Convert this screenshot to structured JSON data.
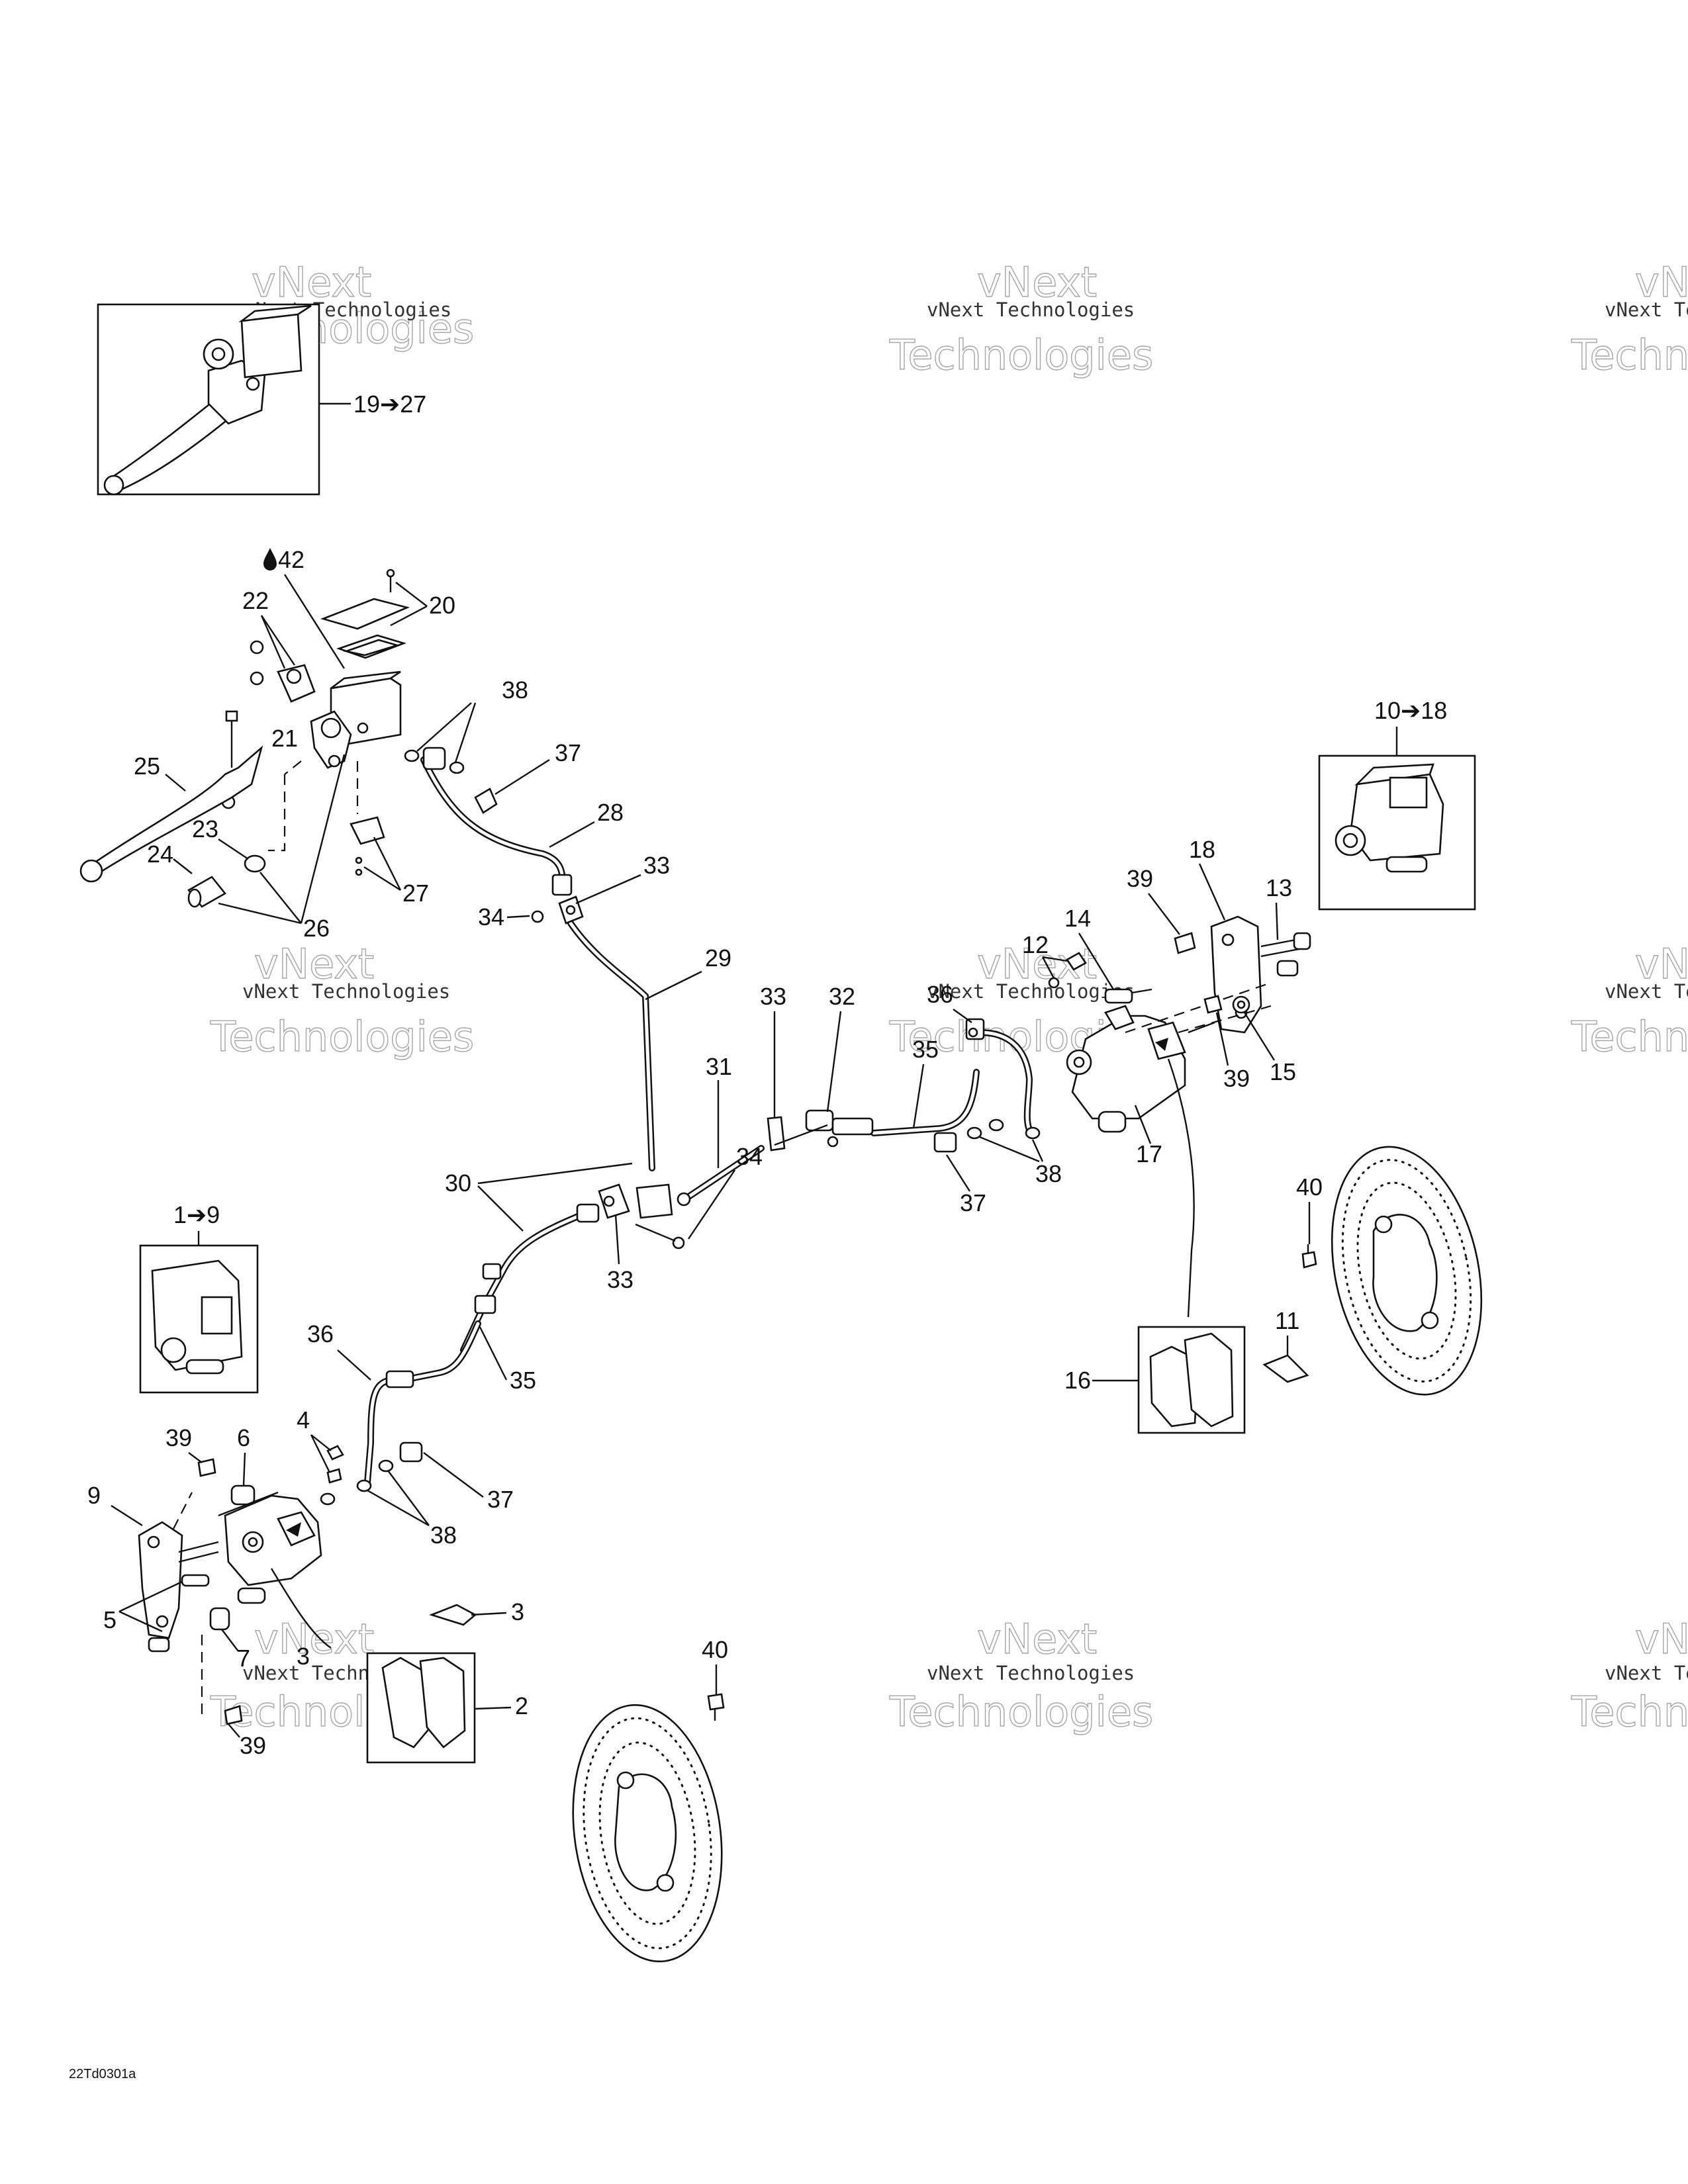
{
  "watermark": {
    "line1": "vNext Technologies",
    "line2": "vNext",
    "line3": "Technologies"
  },
  "drawing_code": "22Td0301a",
  "callouts": {
    "c19_27": "19➔27",
    "c10_18": "10➔18",
    "c1_9": "1➔9",
    "c42": "42",
    "c20": "20",
    "c22": "22",
    "c21": "21",
    "c38a": "38",
    "c37a": "37",
    "c25": "25",
    "c28": "28",
    "c23": "23",
    "c24": "24",
    "c26": "26",
    "c27": "27",
    "c33a": "33",
    "c34a": "34",
    "c29": "29",
    "c33b": "33",
    "c32": "32",
    "c36a": "36",
    "c35a": "35",
    "c31": "31",
    "c34b": "34",
    "c38b": "38",
    "c37b": "37",
    "c30": "30",
    "c33c": "33",
    "c18": "18",
    "c39a": "39",
    "c13": "13",
    "c14": "14",
    "c12": "12",
    "c39b": "39",
    "c15": "15",
    "c17": "17",
    "c40a": "40",
    "c11": "11",
    "c16": "16",
    "c36b": "36",
    "c35b": "35",
    "c39c": "39",
    "c6": "6",
    "c4": "4",
    "c37c": "37",
    "c9": "9",
    "c38c": "38",
    "c5": "5",
    "c3a": "3",
    "c3b": "3",
    "c7": "7",
    "c2": "2",
    "c39d": "39",
    "c40b": "40"
  },
  "icons": {
    "oil_drop": "oil-drop-icon",
    "arrow": "arrow-icon"
  }
}
